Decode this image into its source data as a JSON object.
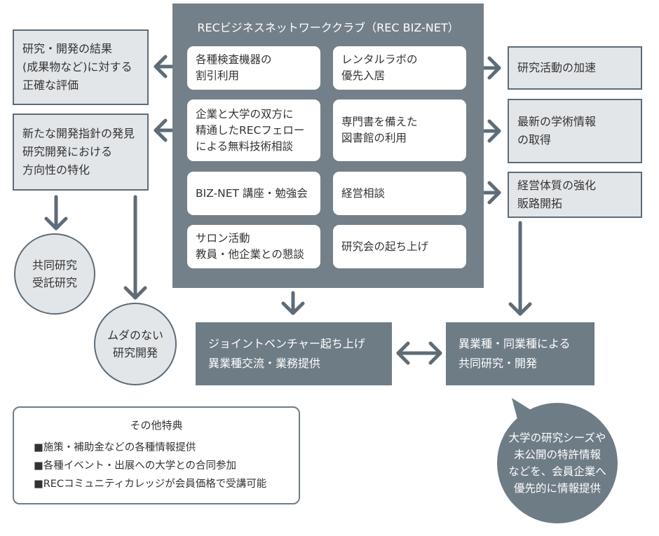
{
  "colors": {
    "panel": "#748089",
    "arrow": "#5e6c77",
    "box_fill": "#e3e6e9",
    "dark_box": "#6e7c86"
  },
  "panel": {
    "title": "RECビジネスネットワーククラブ（REC BIZ-NET）",
    "items": {
      "discount": [
        "各種検査機器の",
        "割引利用"
      ],
      "rental_lab": [
        "レンタルラボの",
        "優先入居"
      ],
      "consult": [
        "企業と大学の双方に",
        "精通したRECフェロー",
        "による無料技術相談"
      ],
      "library": [
        "専門書を備えた",
        "図書館の利用"
      ],
      "seminar": [
        "BIZ-NET 講座・勉強会"
      ],
      "management": [
        "経営相談"
      ],
      "salon": [
        "サロン活動",
        "教員・他企業との懇談"
      ],
      "study_group": [
        "研究会の起ち上げ"
      ]
    }
  },
  "left": {
    "evaluation": [
      "研究・開発の結果",
      "(成果物など)に対する",
      "正確な評価"
    ],
    "discovery": [
      "新たな開発指針の発見",
      "研究開発における",
      "方向性の特化"
    ],
    "joint_research": [
      "共同研究",
      "受託研究"
    ],
    "efficient_rd": [
      "ムダのない",
      "研究開発"
    ]
  },
  "right": {
    "accelerate": [
      "研究活動の加速"
    ],
    "academic_info": [
      "最新の学術情報",
      "の取得"
    ],
    "strengthen": [
      "経営体質の強化",
      "販路開拓"
    ]
  },
  "bottom": {
    "joint_venture": [
      "ジョイントベンチャー起ち上げ",
      "異業種交流・業務提供"
    ],
    "cross_industry": [
      "異業種・同業種による",
      "共同研究・開発"
    ]
  },
  "other_benefits": {
    "title": "その他特典",
    "items": [
      "■施策・補助金などの各種情報提供",
      "■各種イベント・出展への大学との合同参加",
      "■RECコミュニティカレッジが会員価格で受講可能"
    ]
  },
  "bubble": [
    "大学の研究シーズや",
    "未公開の特許情報",
    "などを、会員企業へ",
    "優先的に情報提供"
  ]
}
